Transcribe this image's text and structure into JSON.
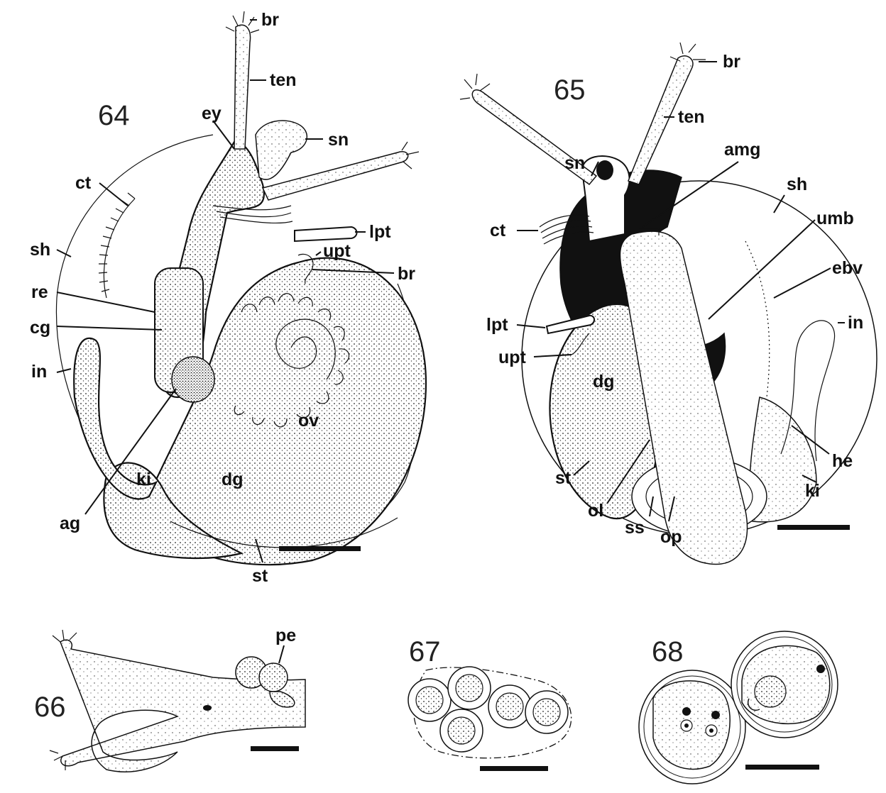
{
  "figures": {
    "fig64": {
      "number": "64",
      "labels": {
        "br_top": "br",
        "ten": "ten",
        "ey": "ey",
        "sn": "sn",
        "ct": "ct",
        "sh": "sh",
        "lpt": "lpt",
        "upt": "upt",
        "br_mid": "br",
        "re": "re",
        "cg": "cg",
        "in": "in",
        "ov": "ov",
        "ki": "ki",
        "dg": "dg",
        "ag": "ag",
        "st": "st"
      }
    },
    "fig65": {
      "number": "65",
      "labels": {
        "br": "br",
        "ten": "ten",
        "sn": "sn",
        "amg": "amg",
        "sh": "sh",
        "ct": "ct",
        "umb": "umb",
        "ebv": "ebv",
        "lpt": "lpt",
        "in": "in",
        "upt": "upt",
        "dg": "dg",
        "he": "he",
        "st": "st",
        "ki": "ki",
        "ol": "ol",
        "ss": "ss",
        "op": "op"
      }
    },
    "fig66": {
      "number": "66",
      "labels": {
        "pe": "pe"
      }
    },
    "fig67": {
      "number": "67"
    },
    "fig68": {
      "number": "68"
    }
  },
  "colors": {
    "ink": "#111111",
    "paper": "#ffffff"
  }
}
